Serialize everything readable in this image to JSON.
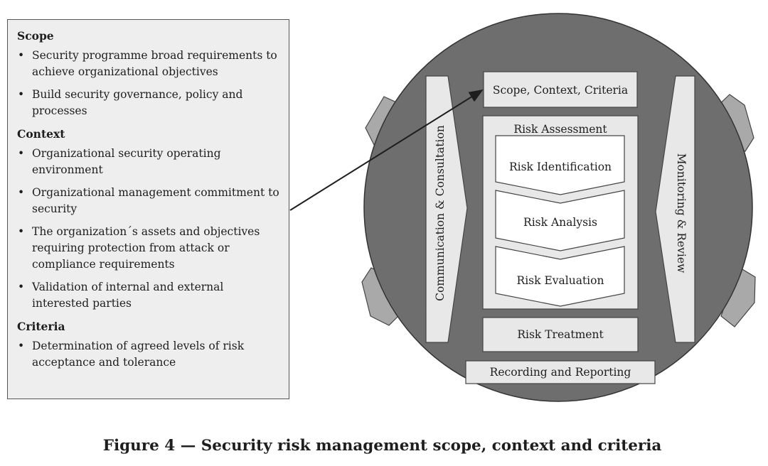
{
  "scope_panel": {
    "sections": [
      {
        "heading": "Scope",
        "items": [
          "Security programme broad requirements to achieve organizational objectives",
          "Build security governance, policy and processes"
        ]
      },
      {
        "heading": "Context",
        "items": [
          "Organizational security operating environment",
          "Organizational management commitment to security",
          "The organization´s assets and objectives requiring protection from attack or compliance requirements",
          "Validation of internal and external interested parties"
        ]
      },
      {
        "heading": "Criteria",
        "items": [
          "Determination of agreed levels of risk acceptance and tolerance"
        ]
      }
    ]
  },
  "process": {
    "scope_context_criteria": "Scope, Context, Criteria",
    "risk_assessment": "Risk Assessment",
    "risk_identification": "Risk Identification",
    "risk_analysis": "Risk Analysis",
    "risk_evaluation": "Risk Evaluation",
    "risk_treatment": "Risk Treatment",
    "recording_reporting": "Recording and Reporting",
    "communication_consultation": "Communication & Consultation",
    "monitoring_review": "Monitoring & Review"
  },
  "caption": "Figure 4 — Security risk management scope, context and criteria",
  "colors": {
    "circle": "#6e6e6e",
    "box_fill": "#e8e8e8",
    "chevron_fill": "#ffffff",
    "tab_fill": "#a9a9a9",
    "text": "#1e1e1e"
  }
}
